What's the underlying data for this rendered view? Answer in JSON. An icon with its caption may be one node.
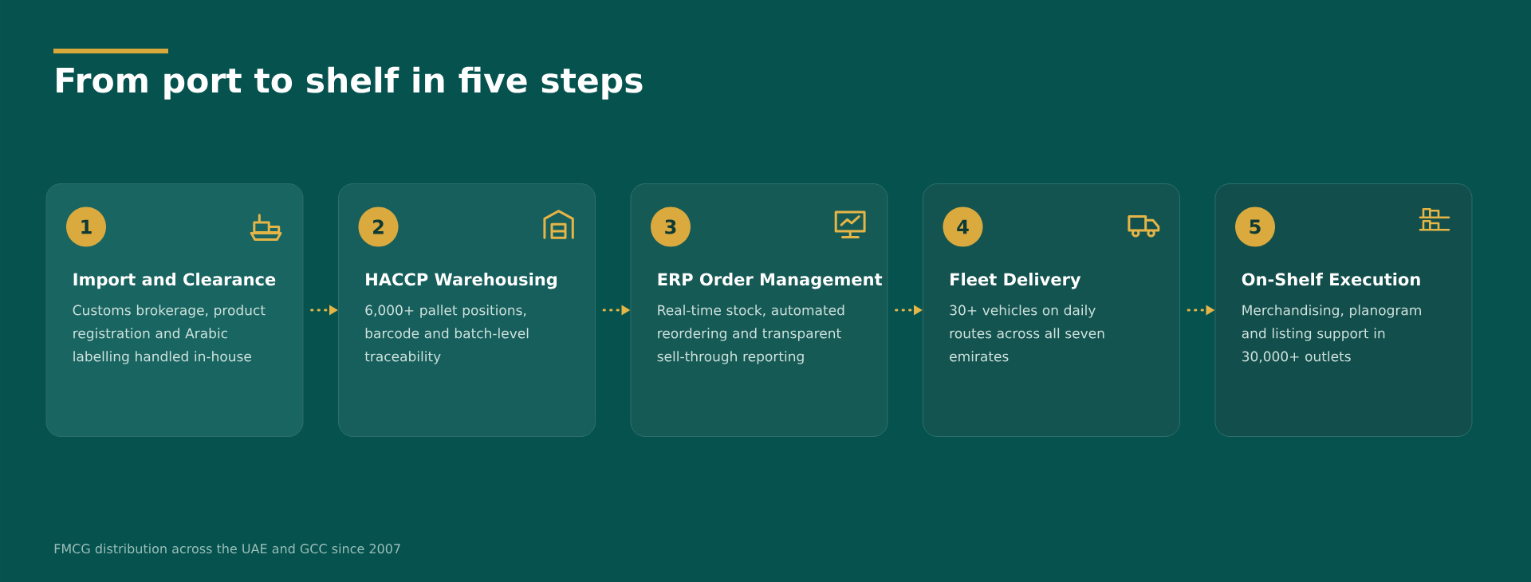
{
  "diagram": {
    "title": "From port to shelf in five steps",
    "caption": "FMCG distribution across the UAE and GCC since 2007",
    "nodes": [
      {
        "text": [
          "Import and Clearance",
          "Customs brokerage, product registration and Arabic labelling handled in-house"
        ]
      },
      {
        "text": [
          "1"
        ],
        "in": 0
      },
      {
        "text": [
          "HACCP Warehousing",
          "6,000+ pallet positions, barcode and batch-level traceability"
        ]
      },
      {
        "text": [
          "2"
        ],
        "in": 2
      },
      {
        "text": [
          "ERP Order Management",
          "Real-time stock, automated reordering and transparent sell-through reporting"
        ]
      },
      {
        "text": [
          "3"
        ],
        "in": 4
      },
      {
        "text": [
          "Fleet Delivery",
          "30+ vehicles on daily routes across all seven emirates"
        ]
      },
      {
        "text": [
          "4"
        ],
        "in": 6
      },
      {
        "text": [
          "On-Shelf Execution",
          "Merchandising, planogram and listing support in 30,000+ outlets"
        ]
      },
      {
        "text": [
          "5"
        ],
        "in": 8
      }
    ],
    "edges": [
      {
        "from": 0,
        "to": 2,
        "arrow": "to",
        "style": "dashed"
      },
      {
        "from": 2,
        "to": 4,
        "arrow": "to",
        "style": "dashed"
      },
      {
        "from": 4,
        "to": 6,
        "arrow": "to",
        "style": "dashed"
      },
      {
        "from": 6,
        "to": 8,
        "arrow": "to",
        "style": "dashed"
      }
    ]
  }
}
